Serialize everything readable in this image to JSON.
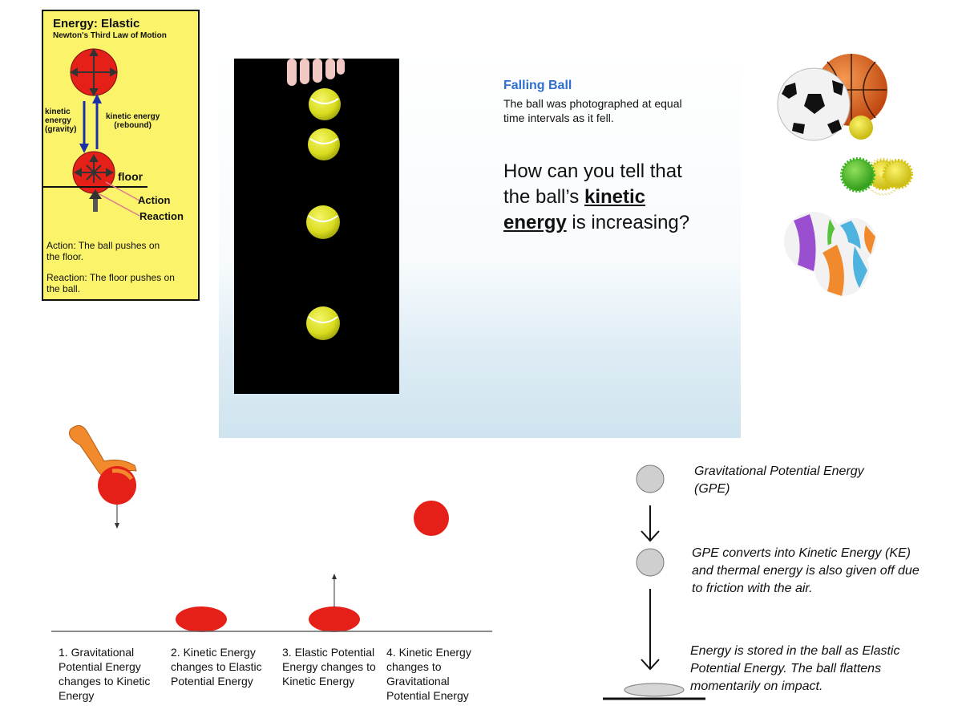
{
  "elastic_panel": {
    "title": "Energy: Elastic",
    "subtitle": "Newton's Third Law of Motion",
    "ke_gravity": "kinetic\nenergy\n(gravity)",
    "ke_rebound": "kinetic energy\n(rebound)",
    "floor": "floor",
    "action": "Action",
    "reaction": "Reaction",
    "action_text": "Action: The ball pushes on\nthe floor.",
    "reaction_text": "Reaction: The floor pushes on\nthe ball."
  },
  "slide": {
    "falling_title": "Falling Ball",
    "falling_desc": "The ball was photographed at equal time intervals as it fell.",
    "question_pre": "How can you tell that the ball’s",
    "question_bold": "kinetic energy",
    "question_post": "is increasing?"
  },
  "stages": [
    "1. Gravitational Potential Energy changes to Kinetic Energy",
    "2. Kinetic Energy changes to Elastic Potential Energy",
    "3. Elastic Potential Energy changes to Kinetic Energy",
    "4. Kinetic Energy changes to Gravitational Potential Energy"
  ],
  "flow": {
    "gpe": "Gravitational Potential Energy (GPE)",
    "ke": "GPE converts into Kinetic Energy (KE) and thermal energy is also given off due to friction with the air.",
    "elastic": "Energy is stored in the ball as Elastic Potential Energy. The ball flattens momentarily on impact."
  },
  "colors": {
    "panel_yellow": "#fbf46a",
    "ball_red": "#e42018",
    "tennis_yellow": "#e6e82a",
    "title_blue": "#2f6fd0",
    "grey_ball": "#cfcfcf"
  }
}
